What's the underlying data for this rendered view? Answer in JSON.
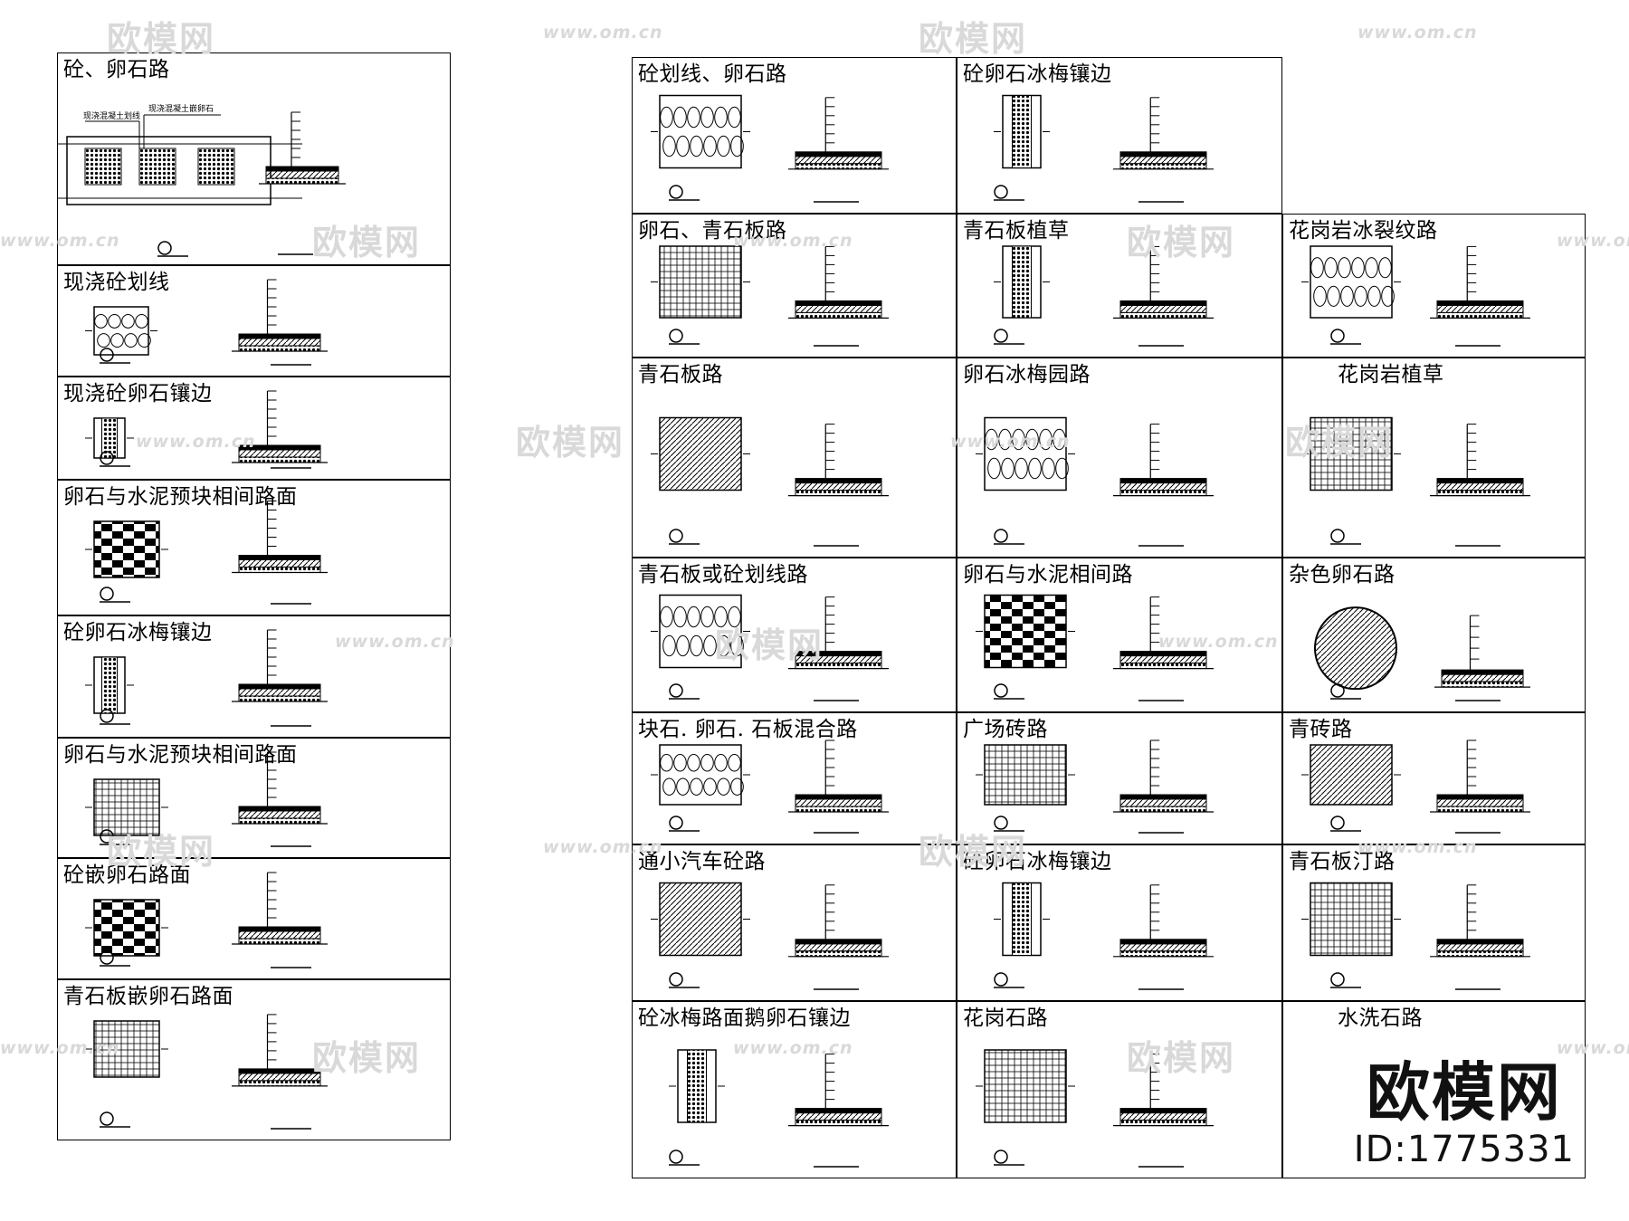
{
  "left_panel": {
    "cells": [
      {
        "title": "砼、卵石路",
        "note_1": "现浇混凝土划线",
        "note_2": "现浇混凝土嵌卵石"
      },
      {
        "title": "现浇砼划线"
      },
      {
        "title": "现浇砼卵石镶边"
      },
      {
        "title": "卵石与水泥预块相间路面"
      },
      {
        "title": "砼卵石冰梅镶边"
      },
      {
        "title": "卵石与水泥预块相间路面"
      },
      {
        "title": "砼嵌卵石路面"
      },
      {
        "title": "青石板嵌卵石路面"
      }
    ]
  },
  "right_panel": {
    "rows": [
      [
        "砼划线、卵石路",
        "砼卵石冰梅镶边",
        ""
      ],
      [
        "卵石、青石板路",
        "青石板植草",
        "花岗岩冰裂纹路"
      ],
      [
        "青石板路",
        "卵石冰梅园路",
        "花岗岩植草"
      ],
      [
        "青石板或砼划线路",
        "卵石与水泥相间路",
        "杂色卵石路"
      ],
      [
        "块石. 卵石. 石板混合路",
        "广场砖路",
        "青砖路"
      ],
      [
        "通小汽车砼路",
        "砼卵石冰梅镶边",
        "青石板汀路"
      ],
      [
        "砼冰梅路面鹅卵石镶边",
        "花岗石路",
        "水洗石路"
      ]
    ]
  },
  "watermark": {
    "logo": "欧模网",
    "url": "www.om.cn"
  },
  "brand": {
    "name": "欧模网",
    "id": "ID:1775331"
  }
}
